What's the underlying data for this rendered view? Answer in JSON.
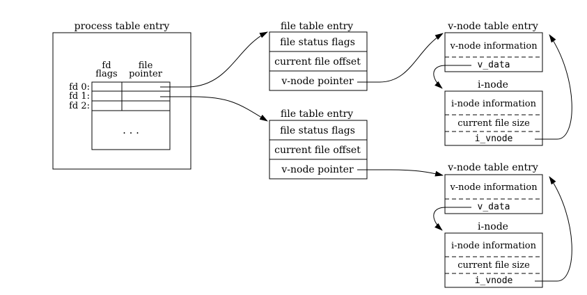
{
  "process_table": {
    "title": "process table entry",
    "col_fd_flags": [
      "fd",
      "flags"
    ],
    "col_file_pointer": [
      "file",
      "pointer"
    ],
    "rows": [
      "fd 0:",
      "fd 1:",
      "fd 2:"
    ],
    "ellipsis": ". . ."
  },
  "file_tables": [
    {
      "title": "file table entry",
      "fields": [
        "file status flags",
        "current file offset",
        "v-node pointer"
      ]
    },
    {
      "title": "file table entry",
      "fields": [
        "file status flags",
        "current file offset",
        "v-node pointer"
      ]
    }
  ],
  "vnode_tables": [
    {
      "title": "v-node table entry",
      "info": "v-node information",
      "field": "v_data",
      "inode_title": "i-node",
      "inode_info": "i-node information",
      "inode_size": "current file size",
      "inode_field": "i_vnode"
    },
    {
      "title": "v-node table entry",
      "info": "v-node information",
      "field": "v_data",
      "inode_title": "i-node",
      "inode_info": "i-node information",
      "inode_size": "current file size",
      "inode_field": "i_vnode"
    }
  ]
}
